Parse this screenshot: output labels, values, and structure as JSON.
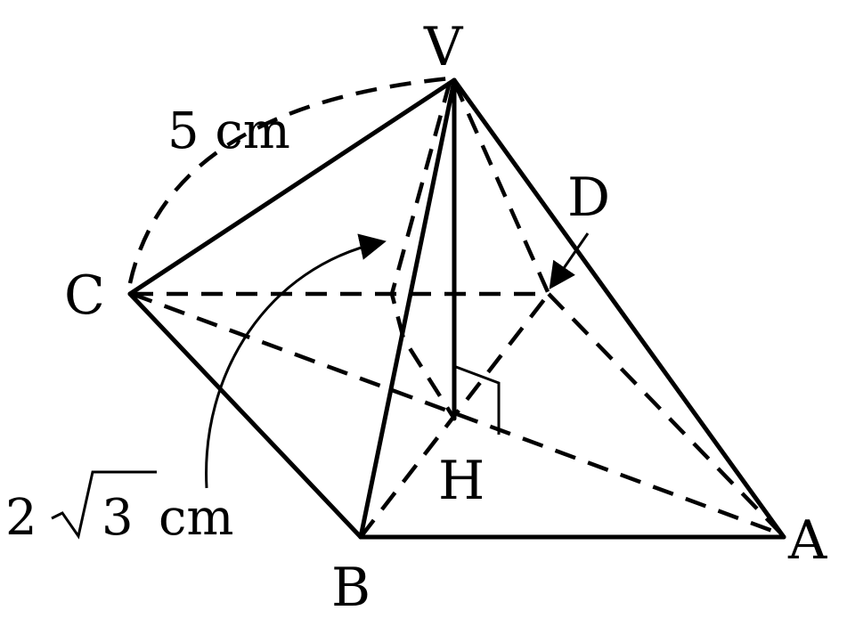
{
  "vertices": {
    "V": "V",
    "A": "A",
    "B": "B",
    "C": "C",
    "D": "D",
    "H": "H"
  },
  "measurements": {
    "slant_edge": "5 cm",
    "base_edge_coefficient": "2",
    "base_edge_radicand": "3",
    "base_edge_unit": "cm"
  }
}
